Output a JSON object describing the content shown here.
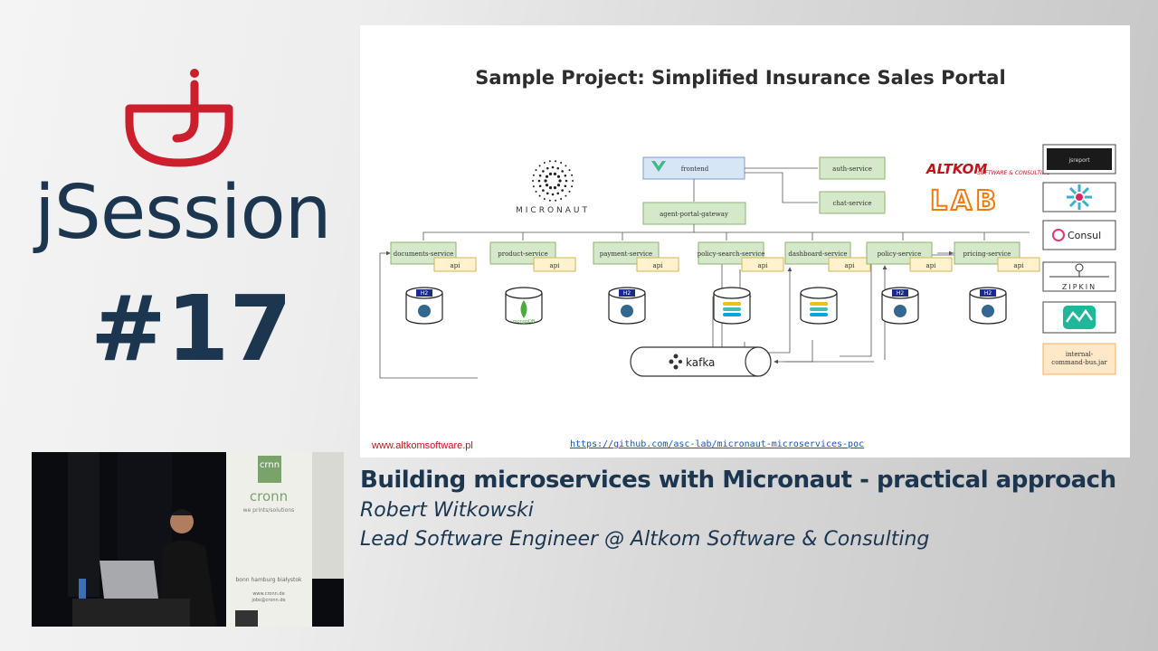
{
  "brand": {
    "name": "jSession",
    "episode": "#17"
  },
  "slide": {
    "title": "Sample Project: Simplified Insurance Sales Portal",
    "micronaut_label": "MICRONAUT",
    "top_nodes": {
      "frontend": "frontend",
      "gateway": "agent-portal-gateway",
      "auth": "auth-service",
      "chat": "chat-service"
    },
    "services": [
      {
        "name": "documents-service",
        "api": "api",
        "db": "postgres",
        "db_badge": "H2"
      },
      {
        "name": "product-service",
        "api": "api",
        "db": "mongodb",
        "db_badge": "",
        "db_label": "mongoDB"
      },
      {
        "name": "payment-service",
        "api": "api",
        "db": "postgres",
        "db_badge": "H2"
      },
      {
        "name": "policy-search-service",
        "api": "api",
        "db": "elastic",
        "db_badge": ""
      },
      {
        "name": "dashboard-service",
        "api": "api",
        "db": "elastic",
        "db_badge": ""
      },
      {
        "name": "policy-service",
        "api": "api",
        "db": "postgres",
        "db_badge": "H2"
      },
      {
        "name": "pricing-service",
        "api": "api",
        "db": "postgres",
        "db_badge": "H2"
      }
    ],
    "bus_label": "kafka",
    "altkom": {
      "line1": "ALTKOM",
      "line2": "SOFTWARE & CONSULTING",
      "lab": "LAB"
    },
    "tools": {
      "jsreport": "jsreport",
      "consul": "Consul",
      "zipkin": "ZIPKIN",
      "internal_bus": [
        "internal-",
        "command-bus.jar"
      ]
    },
    "footer_url": "www.altkomsoftware.pl",
    "footer_link": "https://github.com/asc-lab/micronaut-microservices-poc"
  },
  "talk": {
    "title": "Building microservices with Micronaut - practical approach",
    "speaker": "Robert Witkowski",
    "role": "Lead Software Engineer @ Altkom Software & Consulting"
  },
  "camera": {
    "banner_logo": "crnn",
    "banner_name": "cronn",
    "banner_tagline": "we prints/solutions",
    "banner_cities": "bonn  hamburg  białystok",
    "banner_contact": [
      "www.cronn.de",
      "jobs@cronn.de"
    ]
  }
}
